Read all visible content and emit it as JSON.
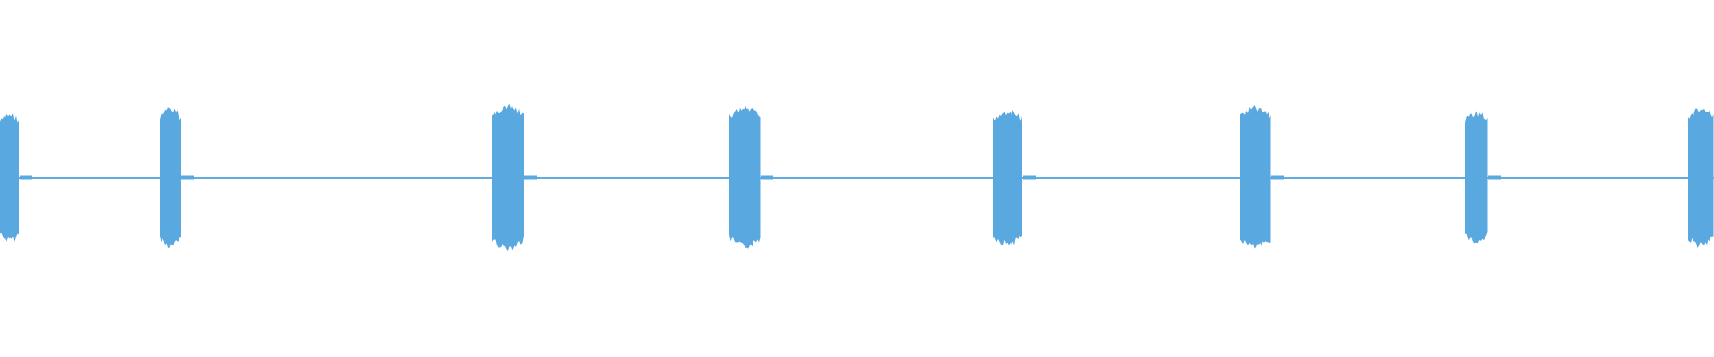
{
  "waveform": {
    "color": "#5aa8e0",
    "background": "#ffffff",
    "duration_units": 1920,
    "amplitude_max": 1.0,
    "baseline_amplitude": 0.012,
    "bursts": [
      {
        "start": 0,
        "end": 22,
        "amplitude": 0.88
      },
      {
        "start": 179,
        "end": 203,
        "amplitude": 0.95
      },
      {
        "start": 551,
        "end": 587,
        "amplitude": 0.98
      },
      {
        "start": 817,
        "end": 852,
        "amplitude": 0.96
      },
      {
        "start": 1112,
        "end": 1146,
        "amplitude": 0.92
      },
      {
        "start": 1389,
        "end": 1424,
        "amplitude": 0.97
      },
      {
        "start": 1641,
        "end": 1667,
        "amplitude": 0.9
      },
      {
        "start": 1891,
        "end": 1920,
        "amplitude": 0.95
      }
    ]
  }
}
